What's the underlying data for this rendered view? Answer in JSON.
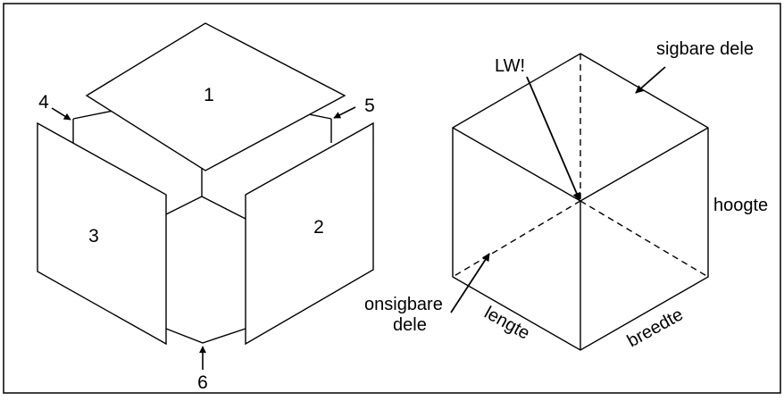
{
  "exploded_cube": {
    "face_labels": {
      "top": "1",
      "right": "2",
      "left": "3"
    },
    "arrow_labels": {
      "back_left": "4",
      "back_right": "5",
      "bottom": "6"
    }
  },
  "isometric_cube": {
    "labels": {
      "visible_parts": "sigbare dele",
      "hidden_line": "LW!",
      "height": "hoogte",
      "hidden_parts_line1": "onsigbare",
      "hidden_parts_line2": "dele",
      "length": "lengte",
      "width": "breedte"
    }
  },
  "colors": {
    "line": "#000000",
    "background": "#ffffff"
  }
}
